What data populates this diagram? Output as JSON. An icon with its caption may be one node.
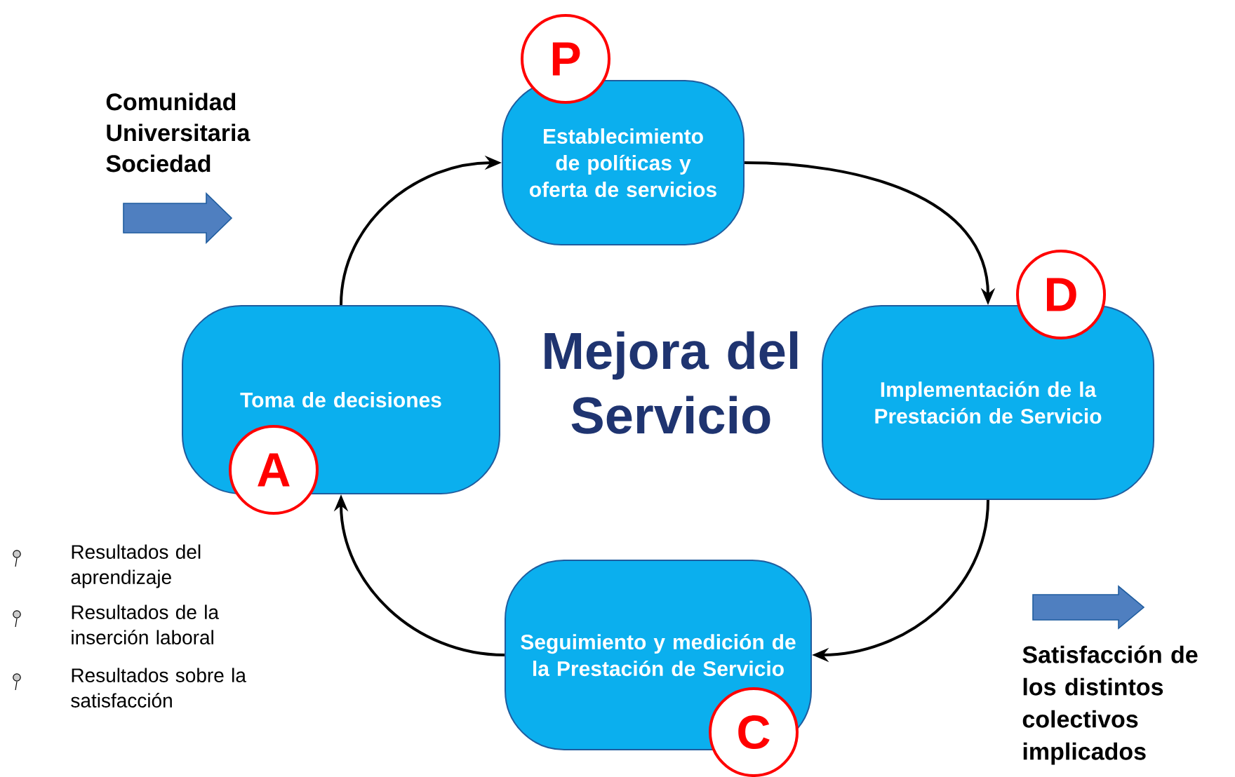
{
  "diagram": {
    "nodes": [
      {
        "text": [
          "Establecimiento de políticas y oferta de servicios"
        ]
      },
      {
        "text": [
          "Implementación de la Prestación de Servicio"
        ]
      },
      {
        "text": [
          "Seguimiento y medición de la Prestación de Servicio"
        ]
      },
      {
        "text": [
          "Toma de decisiones"
        ]
      },
      {
        "text": [
          "P"
        ]
      },
      {
        "text": [
          "D"
        ]
      },
      {
        "text": [
          "C"
        ]
      },
      {
        "text": [
          "A"
        ]
      }
    ],
    "edges": [
      {
        "from": 3,
        "to": 0,
        "arrow": "to"
      },
      {
        "from": 0,
        "to": 1,
        "arrow": "to"
      },
      {
        "from": 1,
        "to": 2,
        "arrow": "to"
      },
      {
        "from": 2,
        "to": 3,
        "arrow": "to"
      }
    ],
    "labels": [
      "Comunidad Universitaria Sociedad",
      "Mejora del Servicio",
      "Resultados del aprendizaje",
      "Resultados de la inserción laboral",
      "Resultados sobre la satisfacción",
      "Satisfacción de los distintos colectivos implicados"
    ]
  }
}
